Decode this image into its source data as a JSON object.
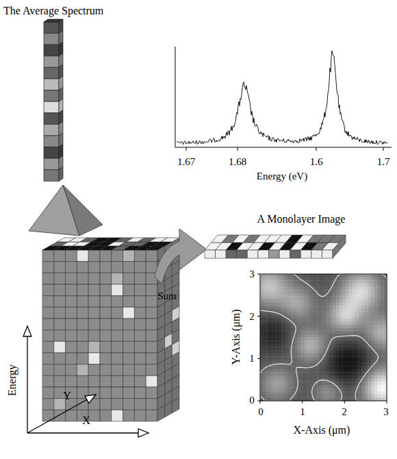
{
  "diagram": {
    "labels": [
      "The Average Spectrum",
      "1.67",
      "1.68",
      "1.6",
      "1.7",
      "Energy (eV)",
      "A Monolayer Image",
      "Sum",
      "Energy",
      "Y",
      "X",
      "3",
      "2",
      "1",
      "0",
      "Y-Axis (μm)",
      "0",
      "1",
      "2",
      "3",
      "X-Axis (μm)"
    ]
  }
}
